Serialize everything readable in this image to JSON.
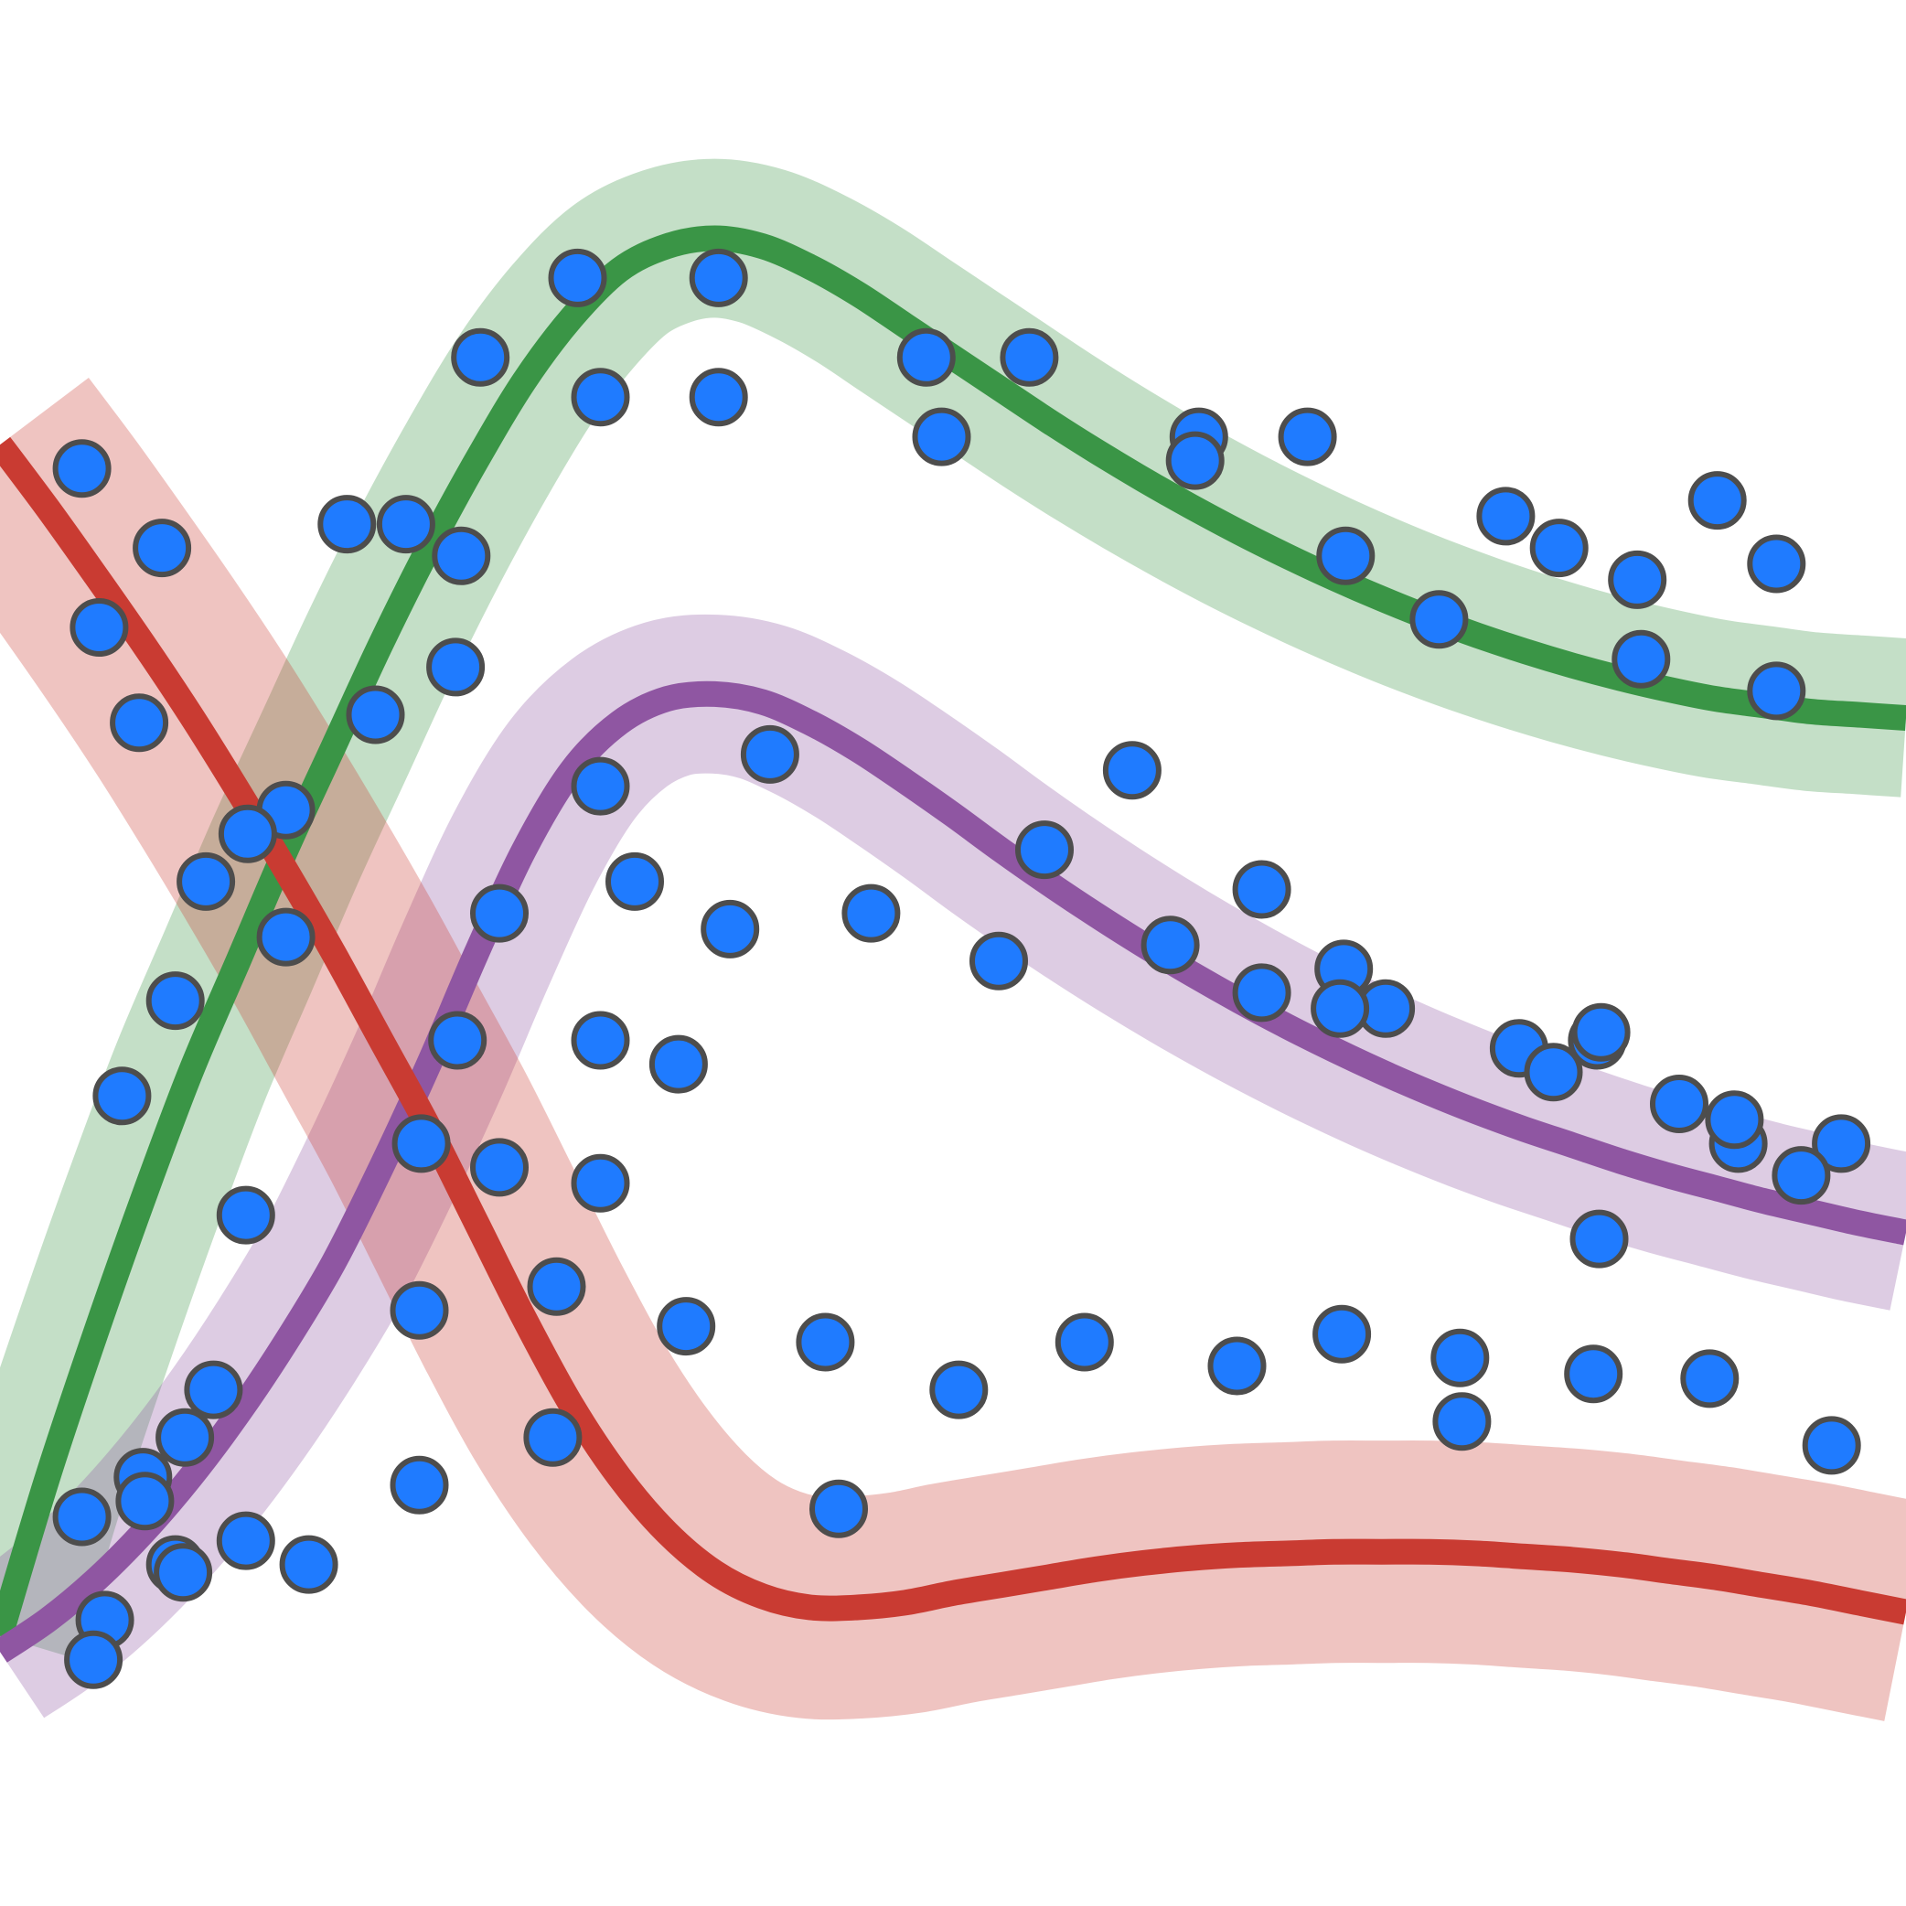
{
  "chart_data": {
    "type": "line",
    "title": "",
    "xlabel": "",
    "ylabel": "",
    "xlim": [
      0,
      10
    ],
    "ylim": [
      -6,
      6
    ],
    "axes_visible": false,
    "grid": false,
    "legend": "none",
    "series": [
      {
        "color": "#3a9546",
        "band_halfwidth": 0.5,
        "x": [
          0,
          0.25,
          0.5,
          0.75,
          1,
          1.25,
          1.5,
          1.75,
          2,
          2.25,
          2.5,
          2.75,
          3,
          3.25,
          3.5,
          3.75,
          4,
          4.25,
          4.5,
          4.75,
          5,
          5.25,
          5.5,
          5.75,
          6,
          6.25,
          6.5,
          6.75,
          7,
          7.25,
          7.5,
          7.75,
          8,
          8.25,
          8.5,
          8.75,
          9,
          9.25,
          9.5,
          9.75,
          10
        ],
        "y": [
          -4.3,
          -3.3,
          -2.4,
          -1.55,
          -0.75,
          -0.05,
          0.65,
          1.3,
          1.95,
          2.55,
          3.1,
          3.6,
          4.0,
          4.3,
          4.45,
          4.5,
          4.45,
          4.32,
          4.15,
          3.95,
          3.75,
          3.55,
          3.35,
          3.16,
          2.98,
          2.81,
          2.65,
          2.5,
          2.36,
          2.23,
          2.11,
          2.0,
          1.9,
          1.81,
          1.73,
          1.66,
          1.6,
          1.56,
          1.52,
          1.5,
          1.48
        ]
      },
      {
        "color": "#8f56a2",
        "band_halfwidth": 0.5,
        "x": [
          0,
          0.25,
          0.5,
          0.75,
          1,
          1.25,
          1.5,
          1.75,
          2,
          2.25,
          2.5,
          2.75,
          3,
          3.25,
          3.5,
          3.75,
          4,
          4.25,
          4.5,
          4.75,
          5,
          5.25,
          5.5,
          5.75,
          6,
          6.25,
          6.5,
          6.75,
          7,
          7.25,
          7.5,
          7.75,
          8,
          8.25,
          8.5,
          8.75,
          9,
          9.25,
          9.5,
          9.75,
          10
        ],
        "y": [
          -4.4,
          -4.2,
          -3.95,
          -3.65,
          -3.3,
          -2.9,
          -2.45,
          -1.95,
          -1.35,
          -0.7,
          0.0,
          0.65,
          1.15,
          1.45,
          1.6,
          1.63,
          1.58,
          1.45,
          1.28,
          1.08,
          0.87,
          0.65,
          0.44,
          0.24,
          0.05,
          -0.13,
          -0.3,
          -0.46,
          -0.61,
          -0.75,
          -0.88,
          -1.0,
          -1.11,
          -1.21,
          -1.31,
          -1.4,
          -1.48,
          -1.56,
          -1.63,
          -1.7,
          -1.76
        ]
      },
      {
        "color": "#c93b32",
        "band_halfwidth": 0.7,
        "x": [
          0,
          0.25,
          0.5,
          0.75,
          1,
          1.25,
          1.5,
          1.75,
          2,
          2.25,
          2.5,
          2.75,
          3,
          3.25,
          3.5,
          3.75,
          4,
          4.25,
          4.5,
          4.75,
          5,
          5.25,
          5.5,
          5.75,
          6,
          6.25,
          6.5,
          6.75,
          7,
          7.25,
          7.5,
          7.75,
          8,
          8.25,
          8.5,
          8.75,
          9,
          9.25,
          9.5,
          9.75,
          10
        ],
        "y": [
          3.2,
          2.8,
          2.38,
          1.95,
          1.5,
          1.02,
          0.52,
          0.0,
          -0.55,
          -1.1,
          -1.7,
          -2.3,
          -2.85,
          -3.3,
          -3.65,
          -3.9,
          -4.05,
          -4.12,
          -4.12,
          -4.09,
          -4.03,
          -3.98,
          -3.93,
          -3.88,
          -3.84,
          -3.81,
          -3.79,
          -3.78,
          -3.77,
          -3.77,
          -3.77,
          -3.78,
          -3.8,
          -3.82,
          -3.85,
          -3.89,
          -3.93,
          -3.98,
          -4.03,
          -4.09,
          -4.15
        ]
      }
    ],
    "scatter": {
      "color": "#1f7bff",
      "x": [
        0.43,
        0.85,
        0.52,
        0.73,
        1.5,
        1.08,
        1.5,
        0.92,
        0.64,
        1.29,
        1.12,
        0.75,
        0.43,
        0.92,
        0.55,
        1.82,
        3.03,
        3.77,
        4.86,
        5.4,
        6.29,
        6.86,
        7.9,
        8.18,
        9.01,
        9.32,
        3.15,
        3.77,
        4.94,
        6.27,
        7.06,
        7.55,
        8.59,
        9.32,
        8.61,
        2.52,
        2.42,
        2.13,
        1.97,
        2.39,
        1.3,
        2.62,
        2.4,
        3.56,
        4.57,
        5.48,
        5.94,
        6.62,
        6.62,
        7.27,
        7.05,
        8.38,
        7.97,
        8.39,
        8.81,
        9.12,
        9.66,
        9.45,
        8.4,
        3.15,
        3.83,
        4.04,
        3.15,
        3.15,
        2.62,
        2.21,
        2.9,
        2.2,
        1.29,
        1.62,
        0.49,
        0.96,
        0.76,
        0.97,
        2.2,
        2.92,
        3.6,
        4.4,
        4.33,
        5.03,
        5.69,
        6.49,
        7.04,
        7.66,
        7.67,
        8.36,
        8.97,
        9.61,
        3.33,
        5.24,
        6.14,
        7.03,
        8.15,
        9.1
      ],
      "y": [
        3.05,
        2.55,
        2.05,
        1.45,
        0.9,
        0.45,
        0.1,
        -0.3,
        -0.9,
        -1.65,
        -2.75,
        -3.3,
        -3.55,
        -3.85,
        -4.2,
        2.7,
        4.25,
        4.25,
        3.75,
        3.75,
        3.25,
        3.25,
        2.75,
        2.55,
        2.85,
        2.45,
        3.5,
        3.5,
        3.25,
        3.1,
        2.5,
        2.1,
        2.35,
        1.65,
        1.85,
        3.75,
        2.5,
        2.7,
        1.5,
        1.8,
        0.75,
        0.25,
        -0.55,
        -0.7,
        0.25,
        0.65,
        1.15,
        0.4,
        -0.25,
        -0.35,
        -0.1,
        -0.55,
        -0.6,
        -1.8,
        -0.95,
        -1.2,
        -1.2,
        -1.4,
        -0.5,
        -0.55,
        0.15,
        1.25,
        1.05,
        -1.45,
        -1.35,
        -1.2,
        -3.05,
        -3.35,
        -3.7,
        -3.85,
        -4.45,
        -3.9,
        -3.45,
        -3.05,
        -2.25,
        -2.1,
        -2.35,
        -3.5,
        -2.45,
        -2.75,
        -2.45,
        -2.6,
        -2.4,
        -2.55,
        -2.95,
        -2.65,
        -2.68,
        -3.1,
        0.45,
        -0.05,
        0.05,
        -0.35,
        -0.75,
        -1.05
      ]
    }
  }
}
